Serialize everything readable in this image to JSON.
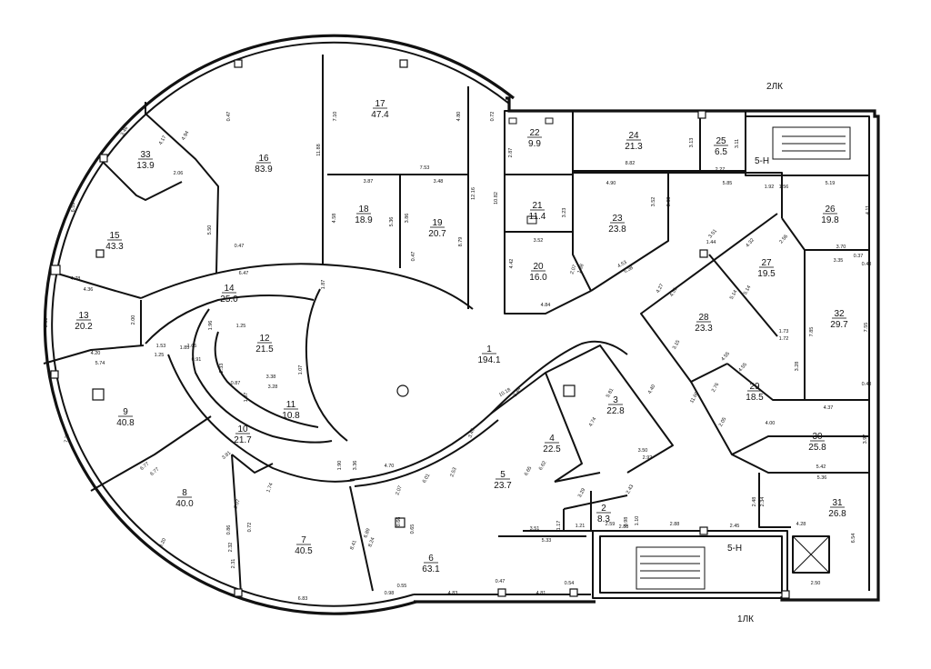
{
  "plan_labels": {
    "stair_top": "2ЛК",
    "stair_bottom": "1ЛК",
    "stair_top_code": "5-Н",
    "stair_bottom_code": "5-Н"
  },
  "rooms": [
    {
      "number": "1",
      "area": "194.1"
    },
    {
      "number": "2",
      "area": "8.3"
    },
    {
      "number": "3",
      "area": "22.8"
    },
    {
      "number": "4",
      "area": "22.5"
    },
    {
      "number": "5",
      "area": "23.7"
    },
    {
      "number": "6",
      "area": "63.1"
    },
    {
      "number": "7",
      "area": "40.5"
    },
    {
      "number": "8",
      "area": "40.0"
    },
    {
      "number": "9",
      "area": "40.8"
    },
    {
      "number": "10",
      "area": "21.7"
    },
    {
      "number": "11",
      "area": "10.8"
    },
    {
      "number": "12",
      "area": "21.5"
    },
    {
      "number": "13",
      "area": "20.2"
    },
    {
      "number": "14",
      "area": "25.0"
    },
    {
      "number": "15",
      "area": "43.3"
    },
    {
      "number": "16",
      "area": "83.9"
    },
    {
      "number": "17",
      "area": "47.4"
    },
    {
      "number": "18",
      "area": "18.9"
    },
    {
      "number": "19",
      "area": "20.7"
    },
    {
      "number": "20",
      "area": "16.0"
    },
    {
      "number": "21",
      "area": "11.4"
    },
    {
      "number": "22",
      "area": "9.9"
    },
    {
      "number": "23",
      "area": "23.8"
    },
    {
      "number": "24",
      "area": "21.3"
    },
    {
      "number": "25",
      "area": "6.5"
    },
    {
      "number": "26",
      "area": "19.8"
    },
    {
      "number": "27",
      "area": "19.5"
    },
    {
      "number": "28",
      "area": "23.3"
    },
    {
      "number": "29",
      "area": "18.5"
    },
    {
      "number": "30",
      "area": "25.8"
    },
    {
      "number": "31",
      "area": "26.8"
    },
    {
      "number": "32",
      "area": "29.7"
    },
    {
      "number": "33",
      "area": "13.9"
    }
  ],
  "dimensions": [
    "3.46",
    "4.17",
    "4.94",
    "2.06",
    "0.47",
    "7.10",
    "11.88",
    "4.80",
    "0.72",
    "2.87",
    "10.82",
    "12.16",
    "3.13",
    "3.11",
    "2.27",
    "5.85",
    "1.92",
    "1.56",
    "5.19",
    "4.11",
    "3.87",
    "7.53",
    "3.48",
    "4.58",
    "5.36",
    "3.86",
    "0.47",
    "8.79",
    "8.82",
    "4.90",
    "3.52",
    "3.63",
    "3.23",
    "3.52",
    "4.42",
    "2.07",
    "1.88",
    "4.53",
    "5.38",
    "4.84",
    "6.51",
    "5.50",
    "0.47",
    "4.78",
    "4.36",
    "2.00",
    "5.30",
    "6.47",
    "1.53",
    "1.65",
    "1.25",
    "4.20",
    "5.74",
    "1.87",
    "1.96",
    "1.25",
    "1.85",
    "0.91",
    "2.33",
    "0.87",
    "3.38",
    "3.28",
    "1.07",
    "1.07",
    "3.51",
    "4.32",
    "2.56",
    "1.44",
    "3.70",
    "3.35",
    "0.37",
    "0.43",
    "4.27",
    "4.51",
    "5.14",
    "5.14",
    "7.55",
    "1.73",
    "1.72",
    "7.85",
    "3.28",
    "3.15",
    "4.55",
    "4.55",
    "11.60",
    "2.76",
    "2.05",
    "4.00",
    "0.43",
    "4.37",
    "3.97",
    "5.42",
    "5.36",
    "2.48",
    "2.34",
    "4.28",
    "6.54",
    "2.50",
    "3.81",
    "6.77",
    "6.77",
    "7.27",
    "2.07",
    "1.74",
    "0.86",
    "0.72",
    "2.32",
    "2.31",
    "8.20",
    "6.83",
    "6.89",
    "0.98",
    "8.24",
    "1.90",
    "3.36",
    "4.70",
    "2.07",
    "0.66",
    "0.65",
    "0.55",
    "4.83",
    "0.47",
    "4.81",
    "0.54",
    "2.53",
    "2.88",
    "3.49",
    "10.18",
    "3.44",
    "5.81",
    "4.40",
    "6.65",
    "6.62",
    "4.74",
    "3.50",
    "2.92",
    "3.29",
    "2.43",
    "1.17",
    "1.21",
    "0.98",
    "1.10",
    "2.59",
    "2.88",
    "2.45",
    "3.51",
    "5.33",
    "8.41",
    "6.01"
  ]
}
